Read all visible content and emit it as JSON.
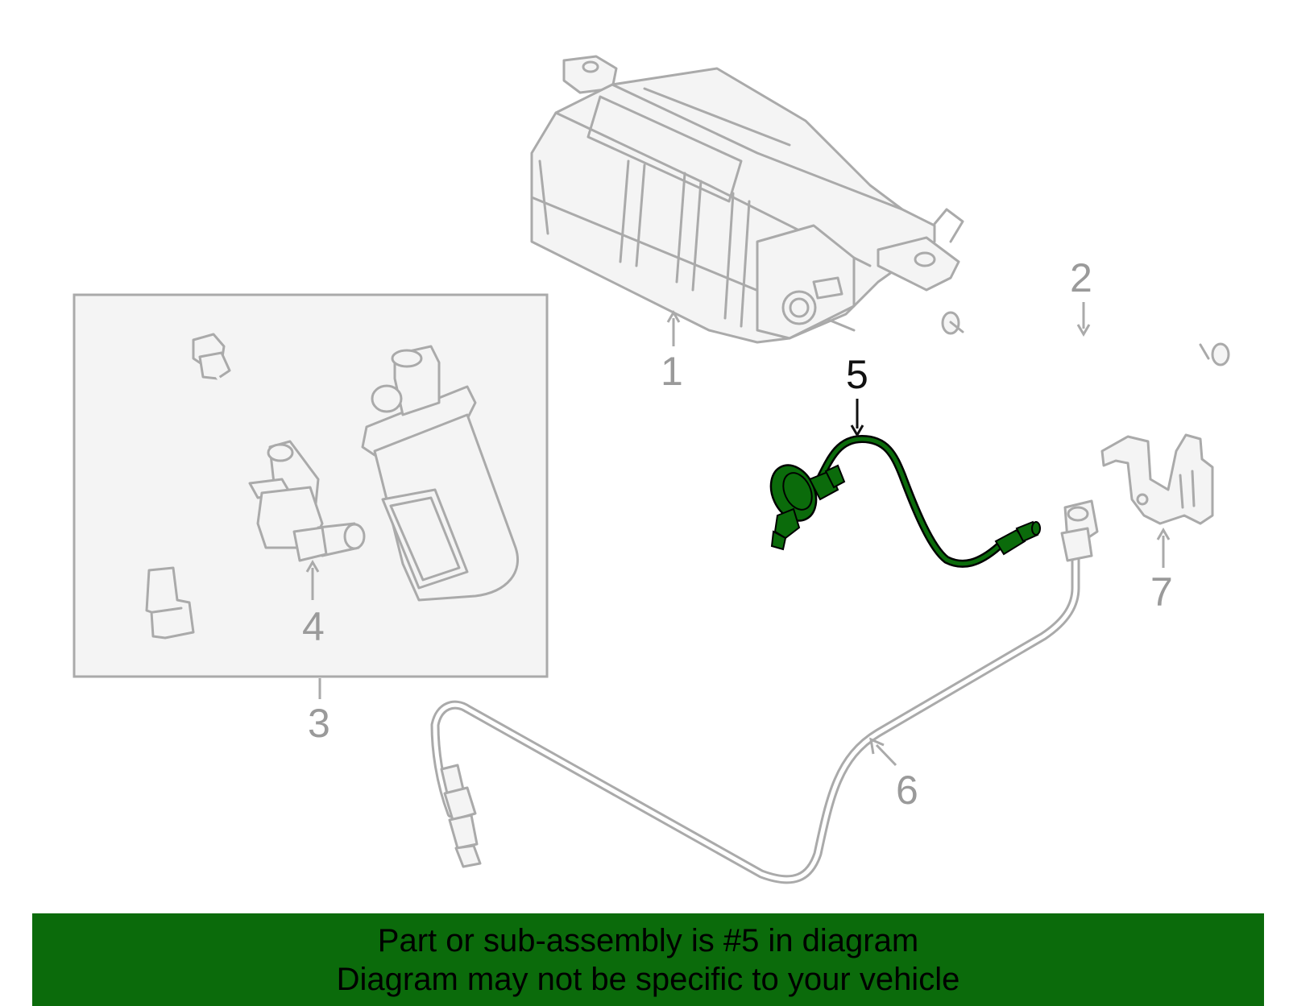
{
  "callouts": {
    "c1": "1",
    "c2": "2",
    "c3": "3",
    "c4": "4",
    "c5": "5",
    "c6": "6",
    "c7": "7"
  },
  "highlight": {
    "part_number": "5",
    "color": "#0b6b0b"
  },
  "banner": {
    "line1": "Part or sub-assembly is #5 in diagram",
    "line2": "Diagram may not be specific to your vehicle",
    "background": "#0b6b0b"
  }
}
